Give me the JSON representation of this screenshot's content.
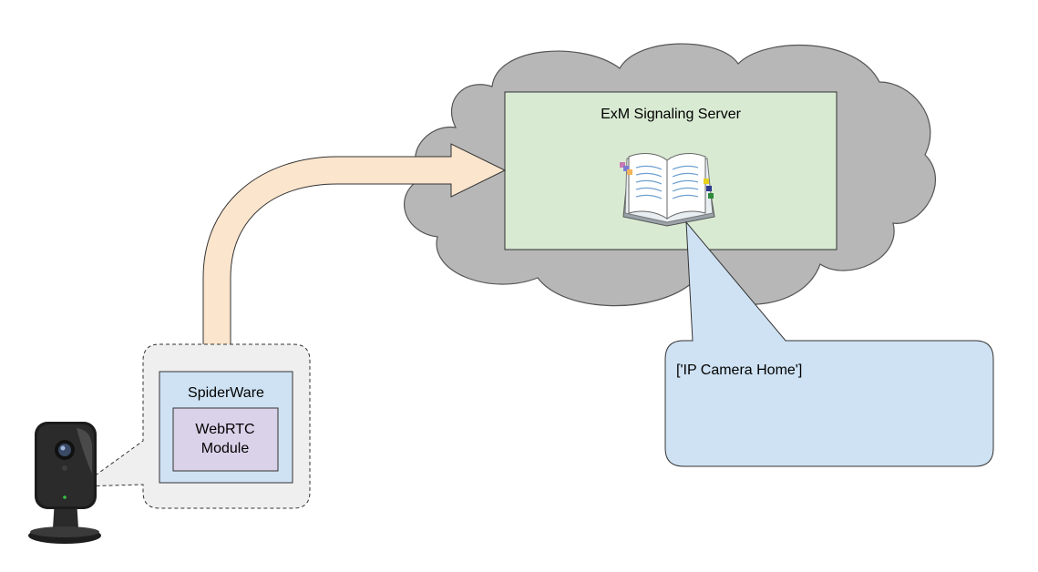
{
  "server": {
    "title": "ExM Signaling Server"
  },
  "device": {
    "container_label": "SpiderWare",
    "module_line1": "WebRTC",
    "module_line2": "Module"
  },
  "callout": {
    "text": "['IP Camera Home']"
  },
  "colors": {
    "cloud_fill": "#b7b7b7",
    "server_fill": "#d9ead3",
    "arrow_fill": "#fce5cd",
    "spiderware_fill": "#cfe2f3",
    "module_fill": "#d9d2e9",
    "callout_fill": "#cfe2f3",
    "dashed_container_fill": "#efefef"
  },
  "icons": {
    "server": "book-icon",
    "device": "ip-camera-icon"
  }
}
